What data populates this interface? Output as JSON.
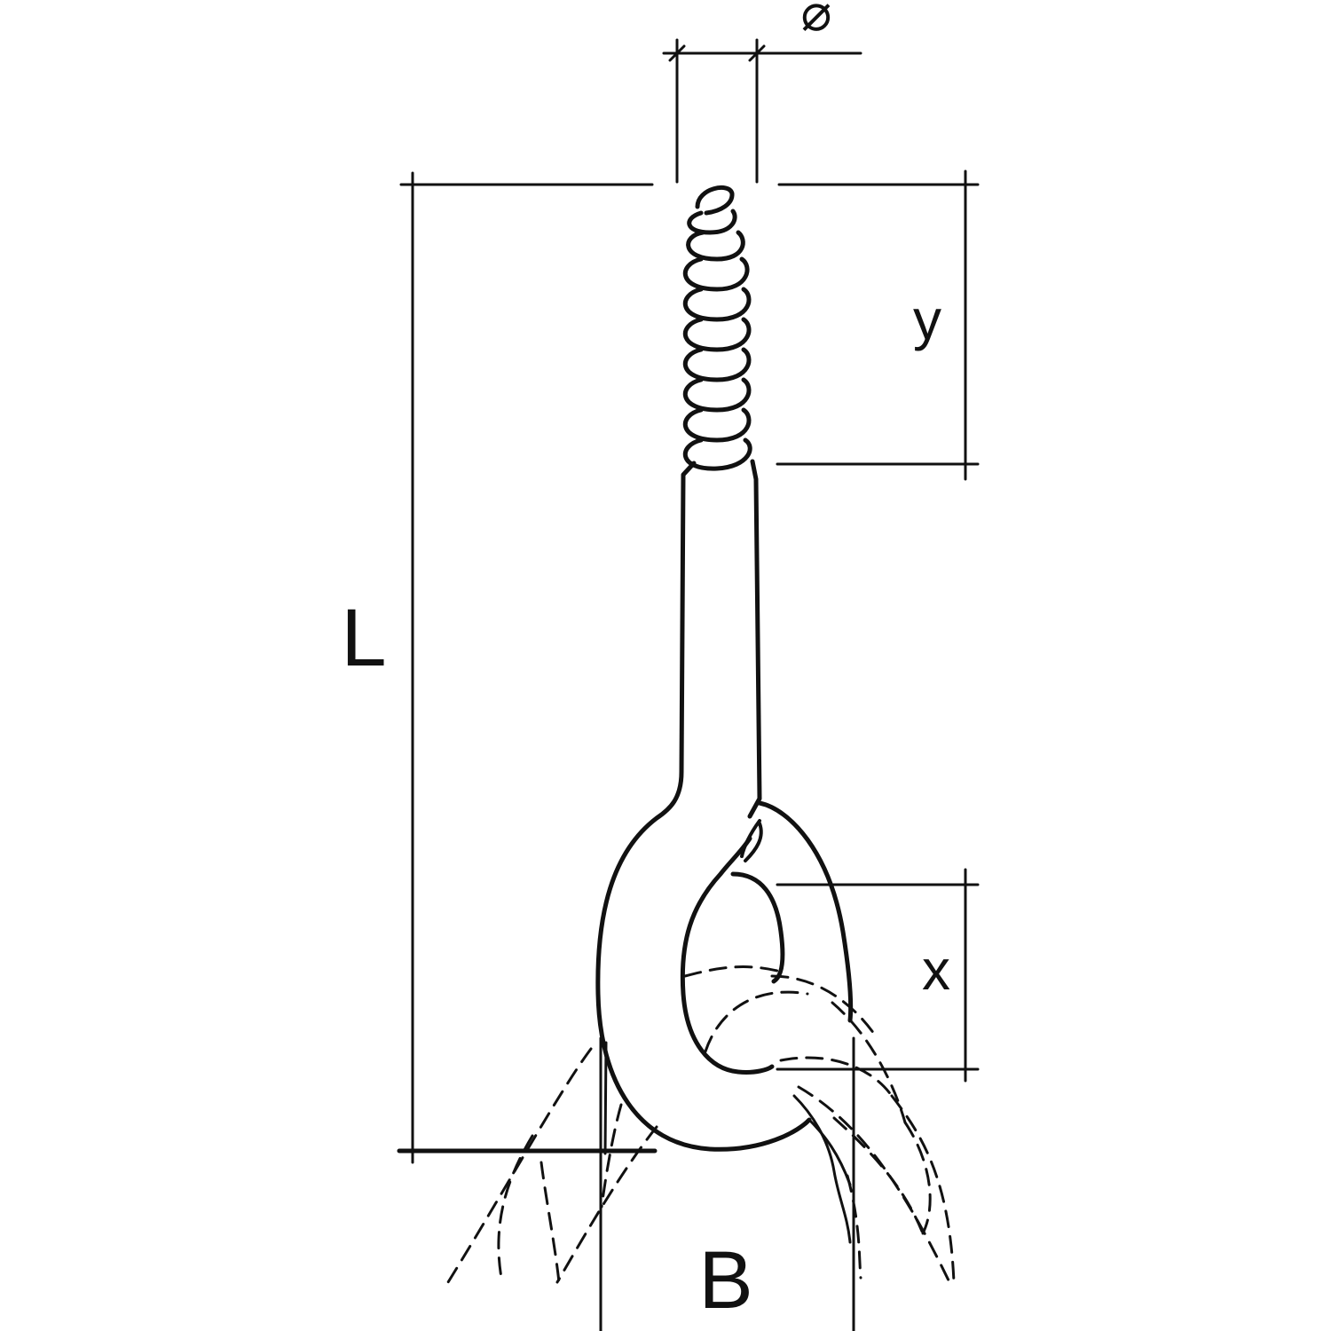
{
  "diagram": {
    "labels": {
      "diameter": "⌀",
      "length": "L",
      "thread_length": "y",
      "eye_inner": "x",
      "width": "B"
    },
    "colors": {
      "ink": "#111111",
      "background": "#ffffff"
    }
  }
}
